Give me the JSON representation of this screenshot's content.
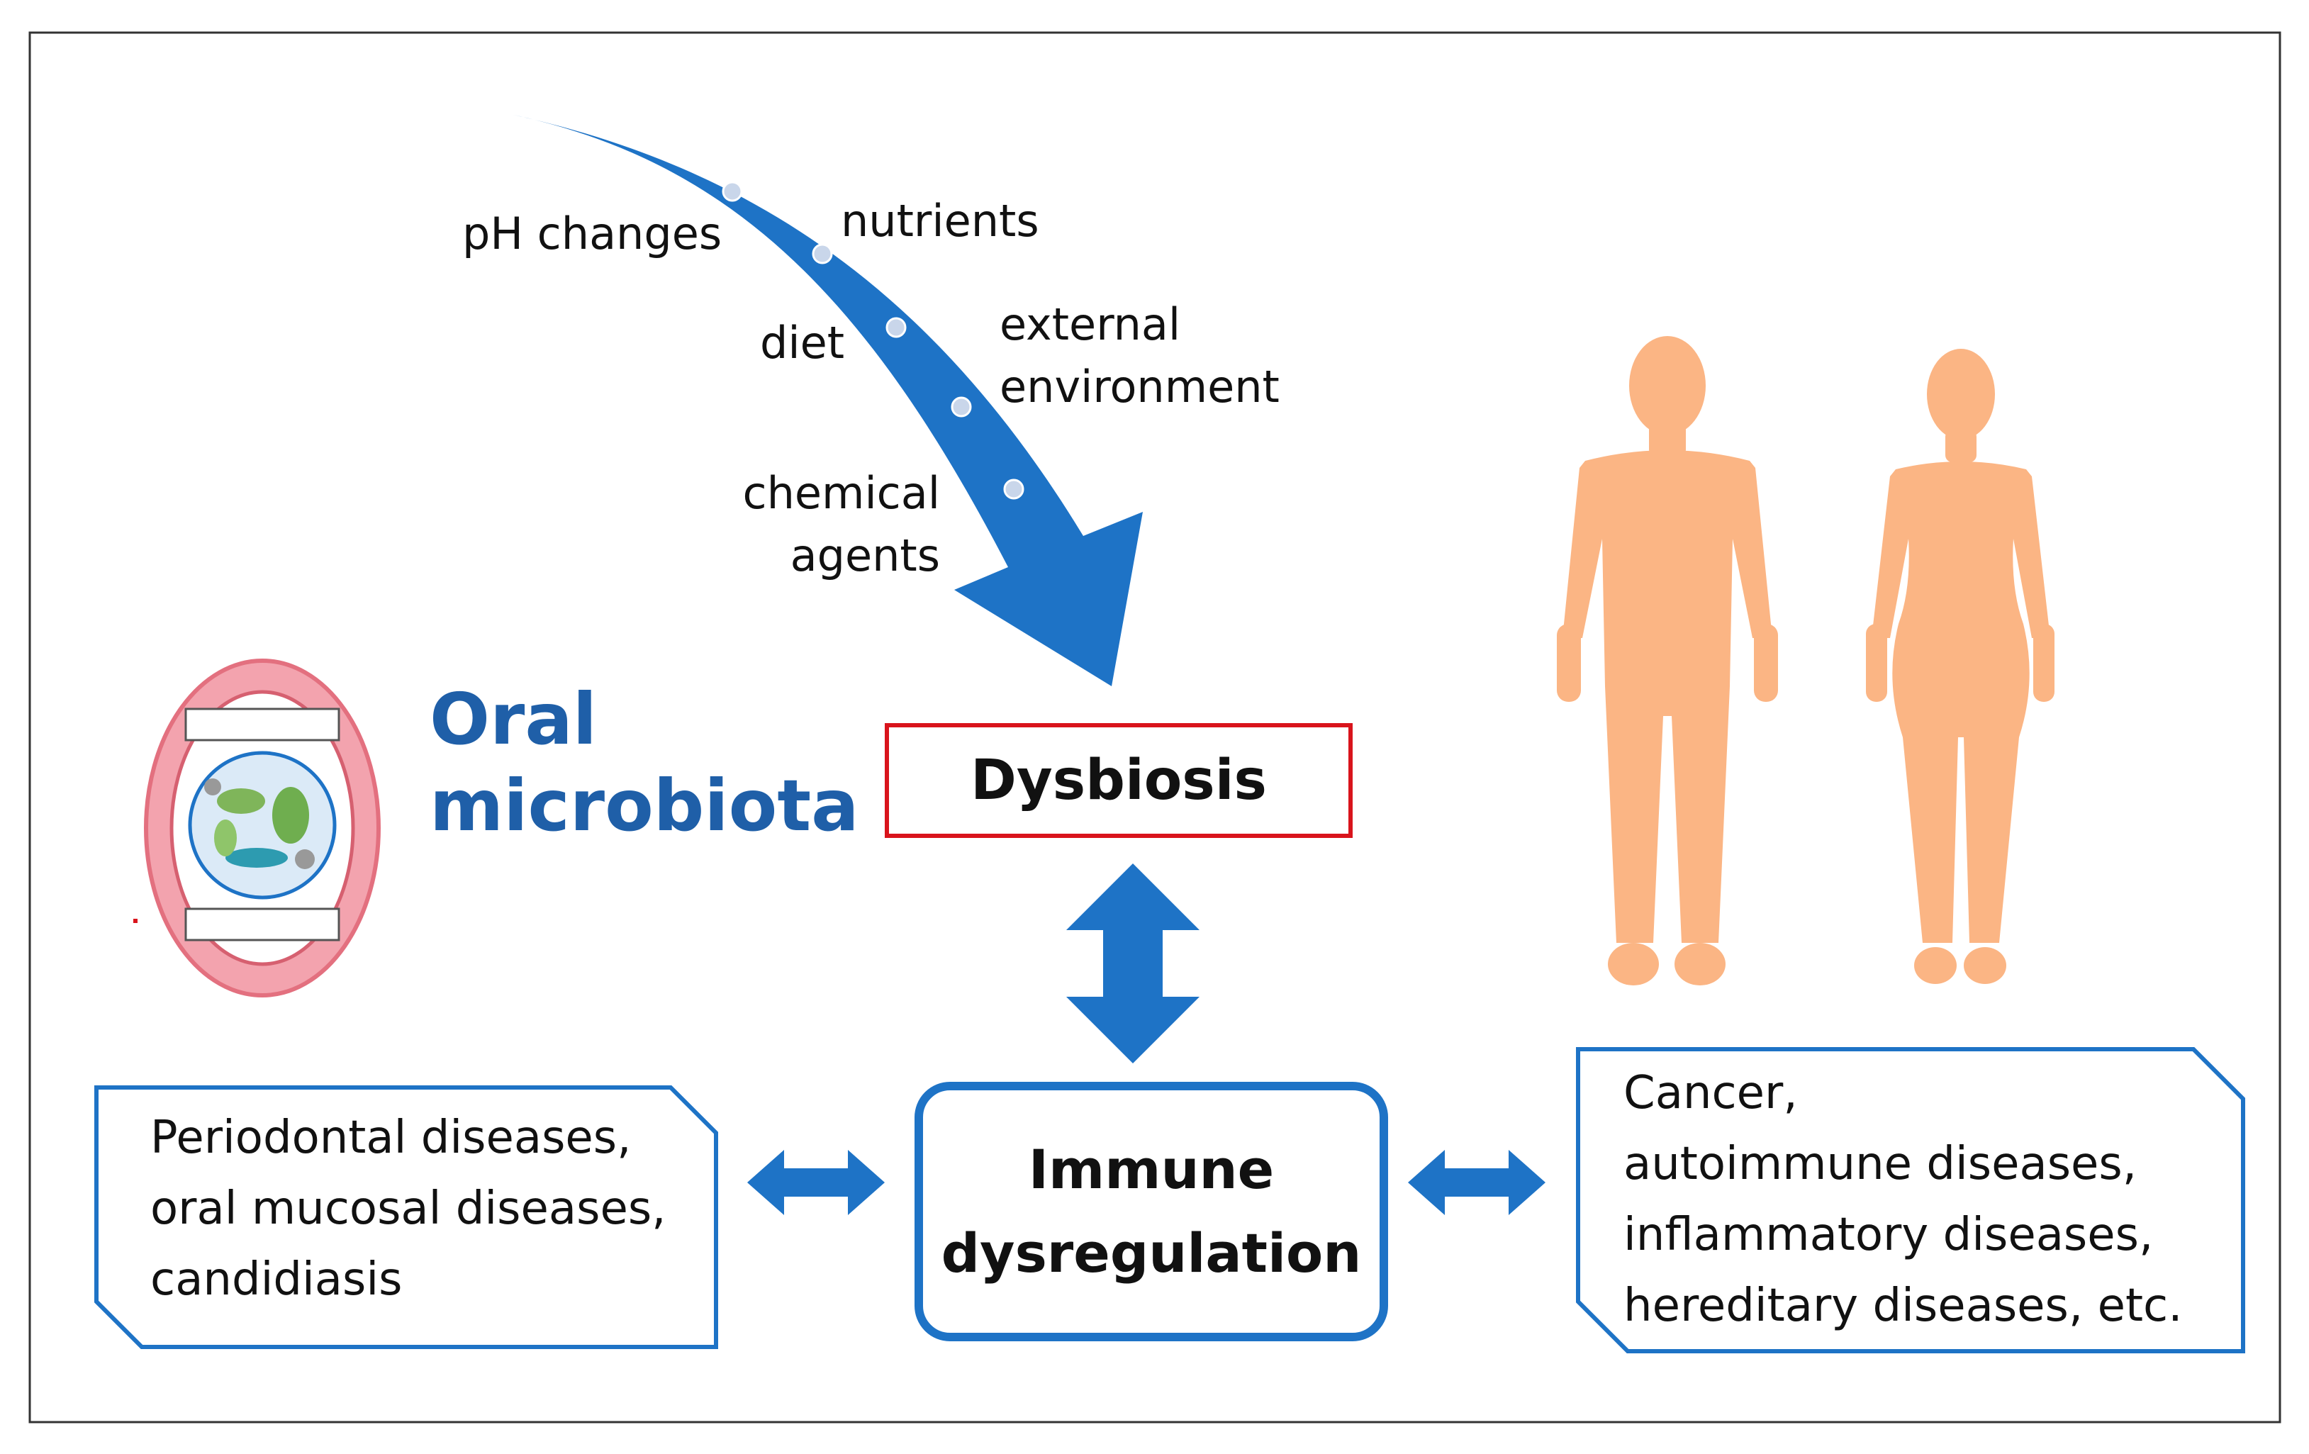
{
  "colors": {
    "accent_blue": "#1e73c6",
    "title_blue": "#1f5fa8",
    "dysbiosis_border": "#d9141c",
    "body_figure": "#fbb584",
    "frame": "#333333"
  },
  "icons": [
    "mouth-microbiota-icon",
    "male-body-icon",
    "female-body-icon"
  ],
  "factors": {
    "ph_changes": "pH changes",
    "nutrients": "nutrients",
    "diet": "diet",
    "external_environment": "external\nenvironment",
    "chemical_agents": "chemical\nagents"
  },
  "oral_microbiota": {
    "title": "Oral\nmicrobiota"
  },
  "dysbiosis": {
    "label": "Dysbiosis"
  },
  "immune": {
    "label": "Immune\ndysregulation"
  },
  "oral_diseases": {
    "text": "Periodontal diseases,\noral mucosal diseases,\ncandidiasis"
  },
  "systemic_diseases": {
    "text": "Cancer,\nautoimmune diseases,\ninflammatory diseases,\nhereditary diseases, etc."
  }
}
